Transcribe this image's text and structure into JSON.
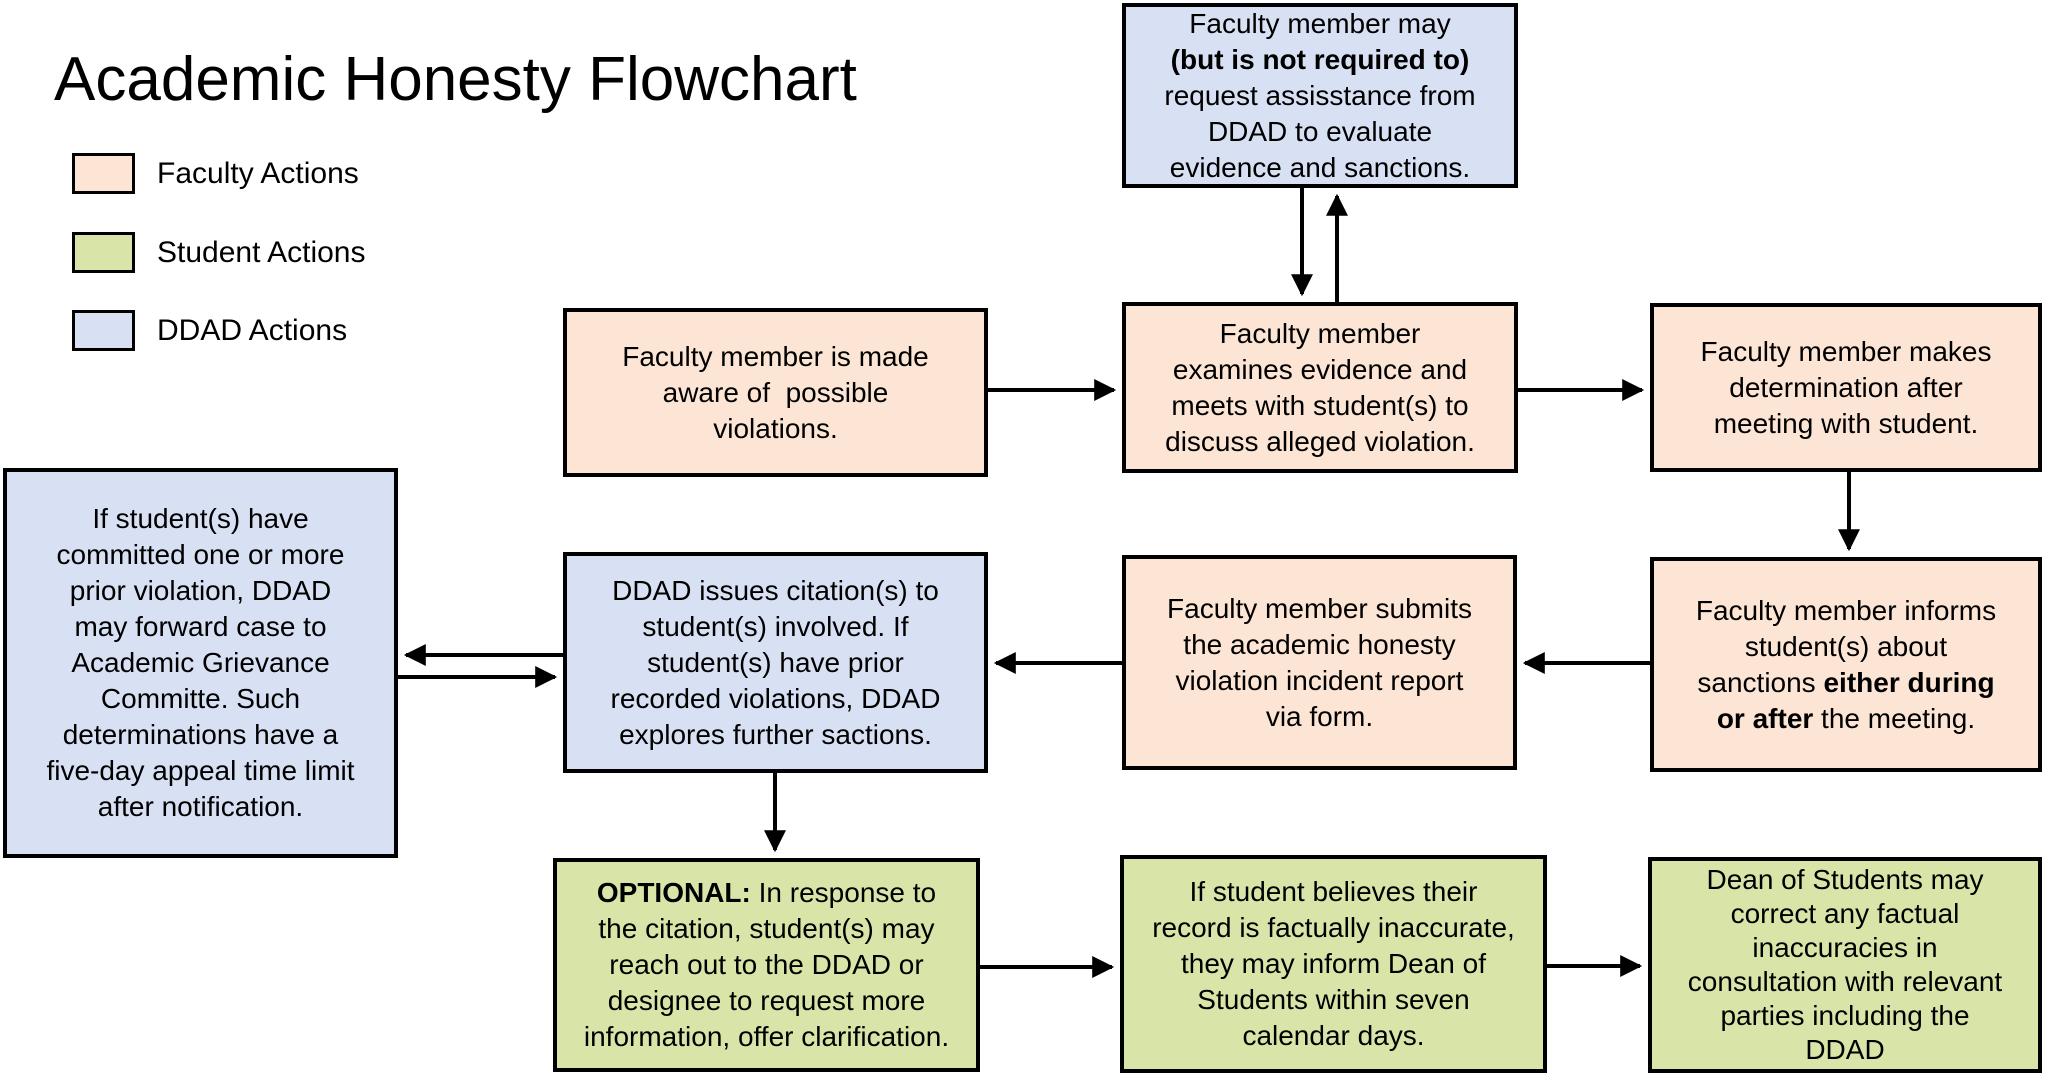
{
  "title": "Academic Honesty Flowchart",
  "legend": {
    "items": [
      {
        "label": "Faculty Actions",
        "color": "#FCE5D4",
        "key": "faculty"
      },
      {
        "label": "Student Actions",
        "color": "#D9E5A8",
        "key": "student"
      },
      {
        "label": "DDAD Actions",
        "color": "#D8E1F3",
        "key": "ddad"
      }
    ]
  },
  "colors": {
    "faculty_fill": "#FCE5D4",
    "student_fill": "#D9E5A8",
    "ddad_fill": "#D8E1F3",
    "border": "#000000",
    "background": "#FFFFFF"
  },
  "nodes": {
    "assist": {
      "actor": "ddad",
      "segments": [
        {
          "t": "Faculty member may\n",
          "b": false
        },
        {
          "t": "(but is not required to)",
          "b": true
        },
        {
          "t": "\nrequest assisstance from\nDDAD to evaluate\nevidence and sanctions.",
          "b": false
        }
      ]
    },
    "aware": {
      "actor": "faculty",
      "segments": [
        {
          "t": "Faculty member is made\naware of  possible\nviolations.",
          "b": false
        }
      ]
    },
    "examine": {
      "actor": "faculty",
      "segments": [
        {
          "t": "Faculty member\nexamines evidence and\nmeets with student(s) to\ndiscuss alleged violation.",
          "b": false
        }
      ]
    },
    "determine": {
      "actor": "faculty",
      "segments": [
        {
          "t": "Faculty member makes\ndetermination after\nmeeting with student.",
          "b": false
        }
      ]
    },
    "grievance": {
      "actor": "ddad",
      "segments": [
        {
          "t": "If student(s) have\ncommitted one or more\nprior violation, DDAD\nmay forward case to\nAcademic Grievance\nCommitte. Such\ndeterminations have a\nfive-day appeal time limit\nafter notification.",
          "b": false
        }
      ]
    },
    "citation": {
      "actor": "ddad",
      "segments": [
        {
          "t": "DDAD issues citation(s) to\nstudent(s) involved. If\nstudent(s) have prior\nrecorded violations, DDAD\nexplores further sactions.",
          "b": false
        }
      ]
    },
    "submit": {
      "actor": "faculty",
      "segments": [
        {
          "t": "Faculty member submits\nthe academic honesty\nviolation incident report\nvia form.",
          "b": false
        }
      ]
    },
    "inform": {
      "actor": "faculty",
      "segments": [
        {
          "t": "Faculty member informs\nstudent(s) about\nsanctions ",
          "b": false
        },
        {
          "t": "either during\nor after",
          "b": true
        },
        {
          "t": " the meeting.",
          "b": false
        }
      ]
    },
    "optional": {
      "actor": "student",
      "segments": [
        {
          "t": "OPTIONAL:",
          "b": true
        },
        {
          "t": " In response to\nthe citation, student(s) may\nreach out to the DDAD or\ndesignee to request more\ninformation, offer clarification.",
          "b": false
        }
      ]
    },
    "believes": {
      "actor": "student",
      "segments": [
        {
          "t": "If student believes their\nrecord is factually inaccurate,\nthey may inform Dean of\nStudents within seven\ncalendar days.",
          "b": false
        }
      ]
    },
    "dean": {
      "actor": "student",
      "segments": [
        {
          "t": "Dean of Students may\ncorrect any factual\ninaccuracies in\nconsultation with relevant\nparties including the\nDDAD",
          "b": false
        }
      ]
    }
  }
}
